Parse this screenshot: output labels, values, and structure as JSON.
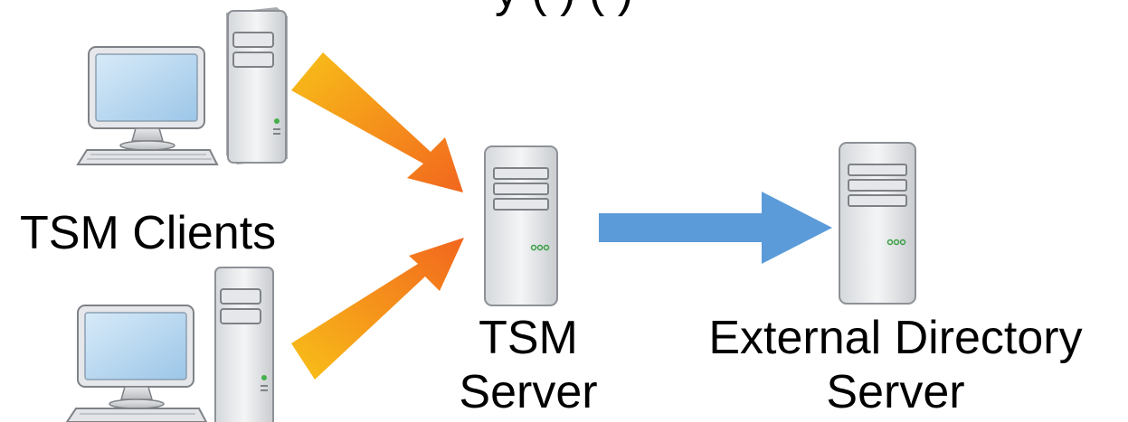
{
  "diagram": {
    "title_partial": "y      (    )    (                                      )",
    "labels": {
      "clients": "TSM Clients",
      "tsm_server_line1": "TSM",
      "tsm_server_line2": "Server",
      "external_server_line1": "External Directory",
      "external_server_line2": "Server"
    },
    "nodes": [
      {
        "id": "client-1",
        "type": "desktop-computer",
        "icon": "workstation-icon"
      },
      {
        "id": "client-2",
        "type": "desktop-computer",
        "icon": "workstation-icon"
      },
      {
        "id": "tsm-server",
        "type": "server-tower",
        "icon": "server-icon"
      },
      {
        "id": "external-directory-server",
        "type": "server-tower",
        "icon": "server-icon"
      }
    ],
    "edges": [
      {
        "from": "client-1",
        "to": "tsm-server",
        "style": "orange-gradient-arrow"
      },
      {
        "from": "client-2",
        "to": "tsm-server",
        "style": "orange-gradient-arrow"
      },
      {
        "from": "tsm-server",
        "to": "external-directory-server",
        "style": "blue-arrow"
      }
    ],
    "colors": {
      "orange_start": "#F8B614",
      "orange_end": "#F26A1E",
      "blue_arrow": "#5B9BD9",
      "server_body": "#E9EAEC",
      "monitor_screen": "#B9D8F0"
    }
  }
}
